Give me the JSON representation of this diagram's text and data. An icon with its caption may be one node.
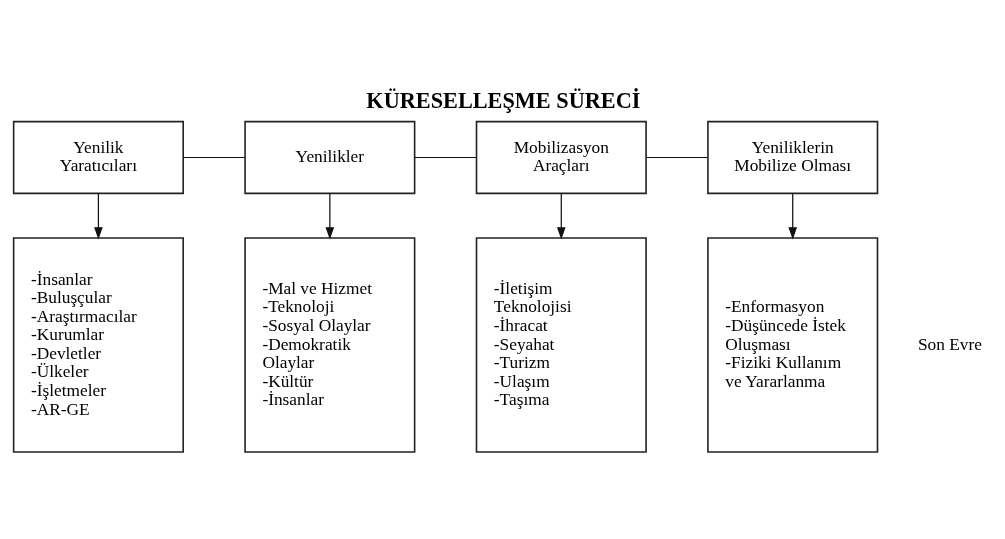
{
  "diagram": {
    "title": "KÜRESELLEŞME SÜRECİ",
    "nodes": [
      {
        "text": [
          "Yenilik Yaratıcıları"
        ]
      },
      {
        "text": [
          "Yenilikler"
        ]
      },
      {
        "text": [
          "Mobilizasyon Araçları"
        ]
      },
      {
        "text": [
          "Yeniliklerin Mobilize Olması"
        ]
      },
      {
        "text": [
          "-İnsanlar",
          "-Buluşçular",
          "-Araştırmacılar",
          "-Kurumlar",
          "-Devletler",
          "-Ülkeler",
          "-İşletmeler",
          "-AR-GE"
        ]
      },
      {
        "text": [
          "-Mal ve Hizmet",
          "-Teknoloji",
          "-Sosyal Olaylar",
          "-Demokratik Olaylar",
          "-Kültür",
          "-İnsanlar"
        ]
      },
      {
        "text": [
          "-İletişim Teknolojisi",
          "-İhracat",
          "-Seyahat",
          "-Turizm",
          "-Ulaşım",
          "-Taşıma"
        ]
      },
      {
        "text": [
          "-Enformasyon",
          "-Düşüncede İstek Oluşması",
          "-Fiziki Kullanım ve Yararlanma"
        ]
      }
    ],
    "edges": [
      {
        "from": 0,
        "to": 1,
        "arrow": "none"
      },
      {
        "from": 1,
        "to": 2,
        "arrow": "none"
      },
      {
        "from": 2,
        "to": 3,
        "arrow": "none"
      },
      {
        "from": 0,
        "to": 4,
        "arrow": "to"
      },
      {
        "from": 1,
        "to": 5,
        "arrow": "to"
      },
      {
        "from": 2,
        "to": 6,
        "arrow": "to"
      },
      {
        "from": 3,
        "to": 7,
        "arrow": "to"
      }
    ],
    "labels": [
      "Son Evre"
    ]
  }
}
